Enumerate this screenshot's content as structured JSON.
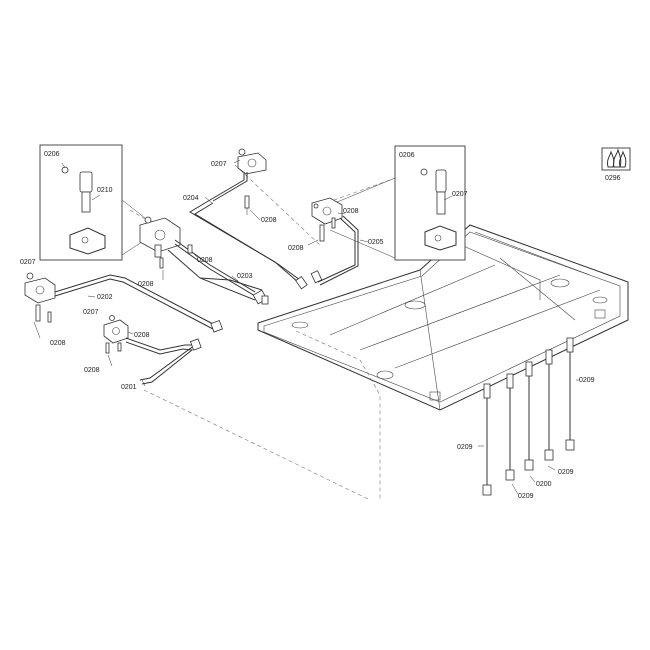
{
  "labels": {
    "inset_left_0206": "0206",
    "inset_left_0210": "0210",
    "inset_right_0206": "0206",
    "inset_right_0207": "0207",
    "top_0207": "0207",
    "top_0208": "0208",
    "pipe_0204": "0204",
    "mid_0208_a": "0208",
    "mid_0208_b": "0208",
    "pipe_0205": "0205",
    "left_0207": "0207",
    "pipe_0202": "0202",
    "left_0208": "0208",
    "pipe_0203": "0203",
    "center_0208": "0208",
    "center_0208_b": "0208",
    "small_0207": "0207",
    "small_0208_a": "0208",
    "small_0208_b": "0208",
    "pipe_0201": "0201",
    "wire_0209_a": "0209",
    "wire_0209_b": "0209",
    "wire_0209_c": "0209",
    "wire_0209_d": "0209",
    "wire_0200": "0200",
    "icon_0296": "0296"
  }
}
